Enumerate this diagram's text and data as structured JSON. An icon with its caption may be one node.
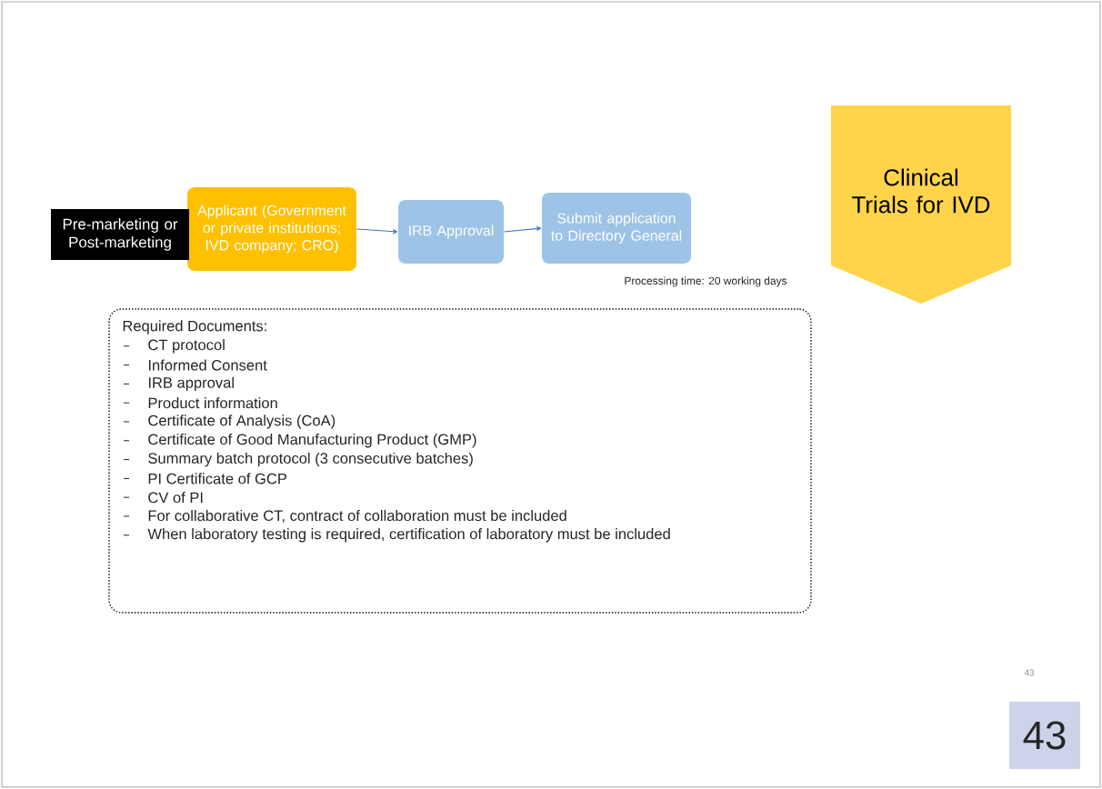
{
  "diagram": {
    "nodes": [
      {
        "text": [
          "Pre-marketing or Post-marketing"
        ]
      },
      {
        "text": [
          "Applicant (Government or private institutions; IVD company; CRO)"
        ]
      },
      {
        "text": [
          "IRB Approval"
        ]
      },
      {
        "text": [
          "Submit application to Directory General"
        ],
        "beside": [
          "Processing time: 20 working days"
        ]
      },
      {
        "text": [
          "Required Documents:",
          "CT protocol",
          "Informed Consent",
          "IRB approval",
          "Product information",
          "Certificate of Analysis (CoA)",
          "Certificate of Good Manufacturing Product (GMP)",
          "Summary batch protocol (3 consecutive batches)",
          "PI Certificate of GCP",
          "CV of PI",
          "For collaborative CT, contract of collaboration must be included",
          "When laboratory testing is required, certification of laboratory must be included"
        ]
      },
      {
        "text": [
          "Clinical Trials for IVD"
        ]
      },
      {
        "text": [
          "43"
        ]
      }
    ],
    "edges": [
      {
        "from": 1,
        "to": 2,
        "arrow": "to"
      },
      {
        "from": 2,
        "to": 3,
        "arrow": "to"
      }
    ],
    "labels": [
      "43"
    ]
  }
}
